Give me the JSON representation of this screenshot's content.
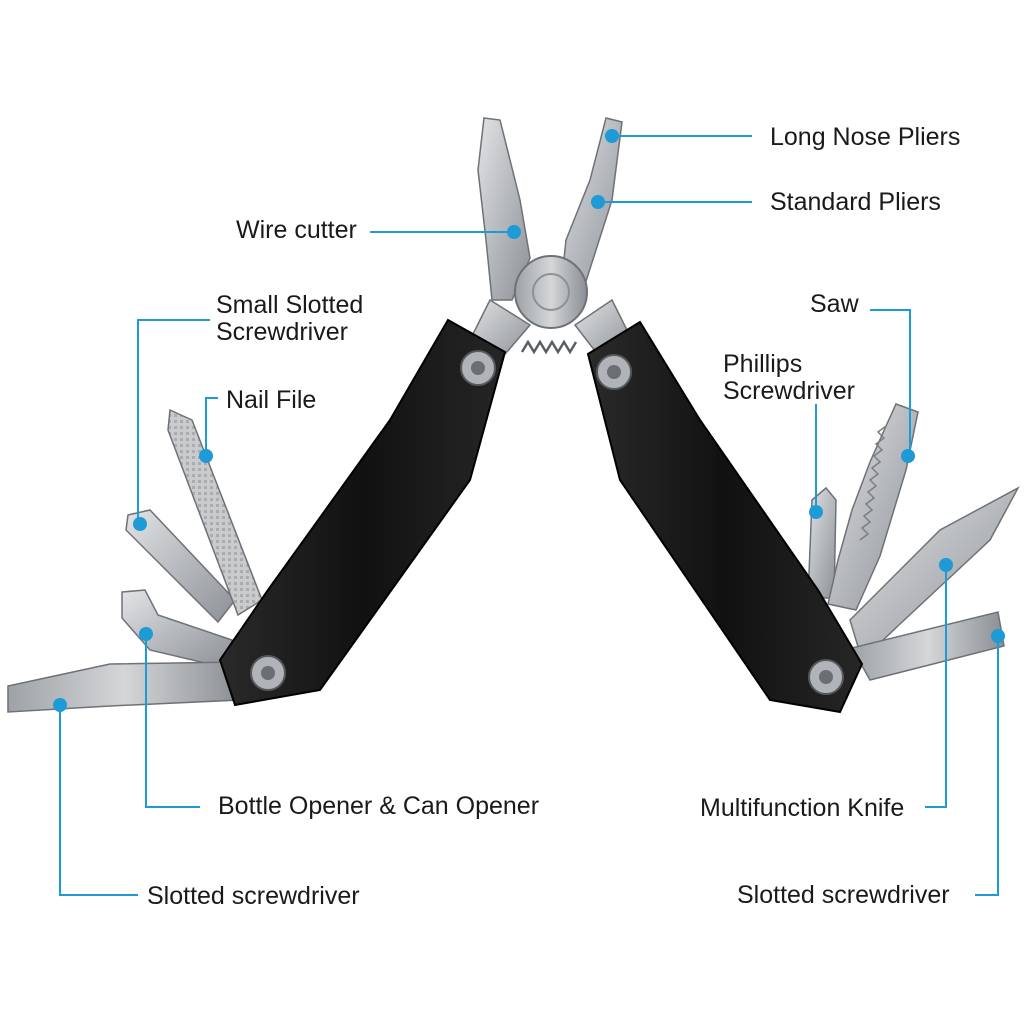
{
  "colors": {
    "accent": "#1e9ad6",
    "handle": "#151515",
    "steel": "#b9bcc0",
    "background": "#ffffff"
  },
  "labels": {
    "long_nose_pliers": "Long Nose Pliers",
    "standard_pliers": "Standard Pliers",
    "wire_cutter": "Wire cutter",
    "small_slotted_line1": "Small Slotted",
    "small_slotted_line2": "Screwdriver",
    "nail_file": "Nail File",
    "saw": "Saw",
    "phillips_line1": "Phillips",
    "phillips_line2": "Screwdriver",
    "bottle_opener": "Bottle Opener & Can Opener",
    "multifunction_knife": "Multifunction Knife",
    "slotted_left": "Slotted screwdriver",
    "slotted_right": "Slotted screwdriver"
  }
}
